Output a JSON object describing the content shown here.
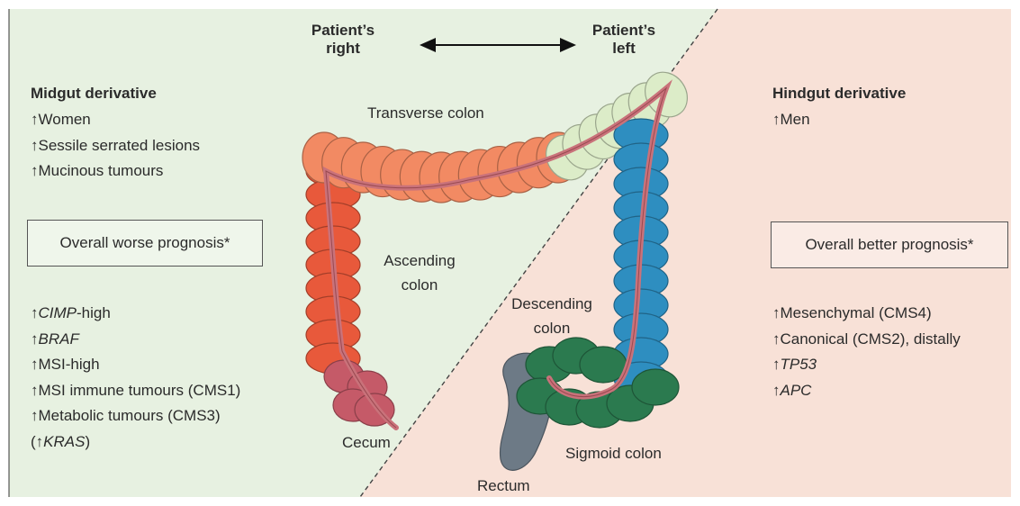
{
  "colors": {
    "left_bg": "#e7f1e1",
    "right_bg": "#f8e1d7",
    "right_colon": "#e8593b",
    "transverse_colon": "#f28a63",
    "left_transverse": "#dcecc8",
    "descending_colon": "#2e8ec0",
    "sigmoid_colon": "#2b7a4f",
    "rectum": "#6d7a86",
    "cecum": "#c55a68",
    "vessel": "#c9727a"
  },
  "header": {
    "patient_right": [
      "Patient’s",
      "right"
    ],
    "patient_left": [
      "Patient’s",
      "left"
    ]
  },
  "left_panel": {
    "title": "Midgut derivative",
    "features": [
      "↑Women",
      "↑Sessile serrated lesions",
      "↑Mucinous tumours"
    ],
    "prognosis": "Overall worse prognosis*",
    "markers": [
      {
        "arrow": "↑",
        "italic": "CIMP",
        "rest": "-high"
      },
      {
        "arrow": "↑",
        "italic": "BRAF",
        "rest": ""
      },
      {
        "arrow": "↑",
        "italic": "",
        "rest": "MSI-high"
      },
      {
        "arrow": "↑",
        "italic": "",
        "rest": "MSI immune tumours (CMS1)"
      },
      {
        "arrow": "↑",
        "italic": "",
        "rest": "Metabolic tumours (CMS3)"
      },
      {
        "arrow": "(↑",
        "italic": "KRAS",
        "rest": ")"
      }
    ]
  },
  "right_panel": {
    "title": "Hindgut derivative",
    "features": [
      "↑Men"
    ],
    "prognosis": "Overall better prognosis*",
    "markers": [
      {
        "arrow": "↑",
        "italic": "",
        "rest": "Mesenchymal (CMS4)"
      },
      {
        "arrow": "↑",
        "italic": "",
        "rest": "Canonical (CMS2), distally"
      },
      {
        "arrow": "↑",
        "italic": "TP53",
        "rest": ""
      },
      {
        "arrow": "↑",
        "italic": "APC",
        "rest": ""
      }
    ]
  },
  "anatomy": {
    "transverse": "Transverse colon",
    "ascending": [
      "Ascending",
      "colon"
    ],
    "descending": [
      "Descending",
      "colon"
    ],
    "cecum": "Cecum",
    "sigmoid": "Sigmoid colon",
    "rectum": "Rectum"
  }
}
